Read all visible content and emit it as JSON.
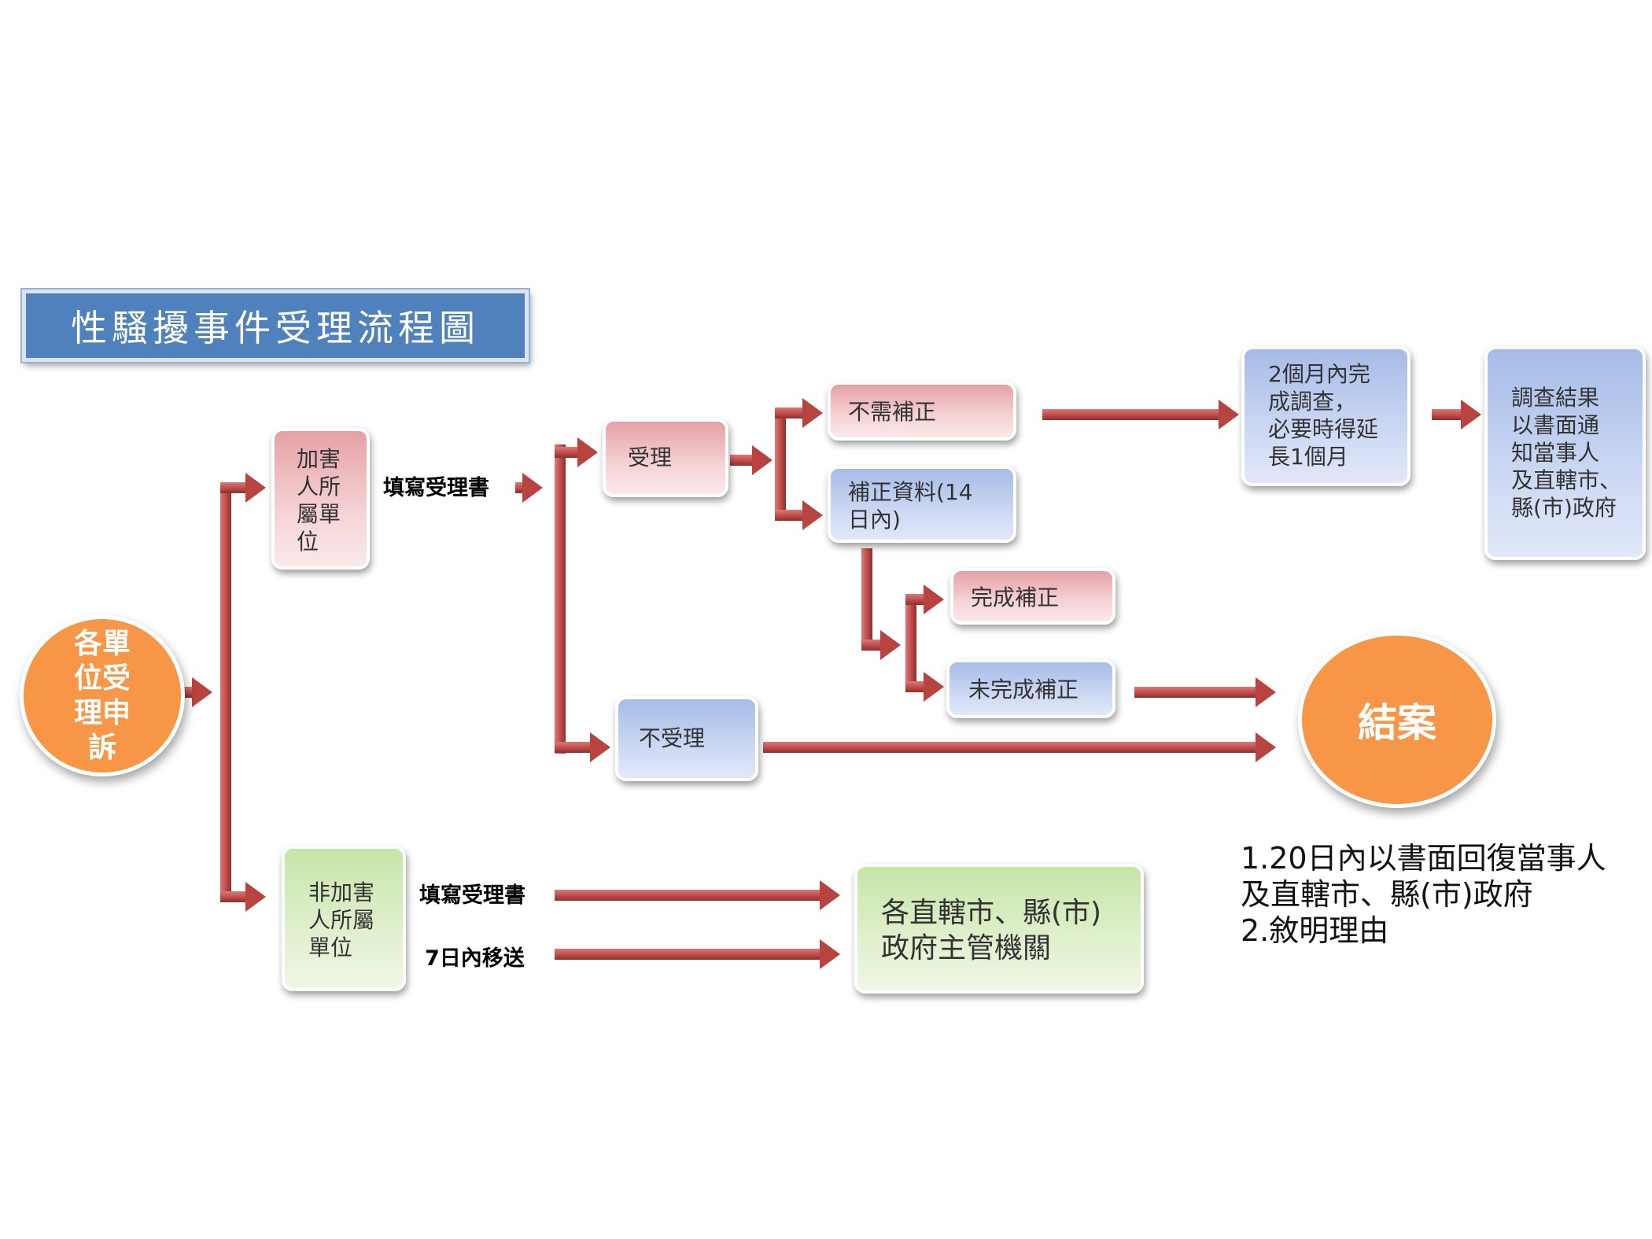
{
  "title": "性騷擾事件受理流程圖",
  "nodes": {
    "start": "各單\n位受\n理申\n訴",
    "perpetrator_unit": "加害\n人所\n屬單\n位",
    "non_perpetrator_unit": "非加害\n人所屬\n單位",
    "accept": "受理",
    "reject": "不受理",
    "no_correction": "不需補正",
    "correction": "補正資料(14\n日內)",
    "correction_done": "完成補正",
    "correction_not_done": "未完成補正",
    "investigation": "2個月內完\n成調查，\n必要時得延\n長1個月",
    "result_notice": "調查結果\n以書面通\n知當事人\n及直轄市、\n縣(市)政府",
    "end": "結案",
    "authority": "各直轄市、縣(市)\n政府主管機關"
  },
  "labels": {
    "fill_form_1": "填寫受理書",
    "fill_form_2": "填寫受理書",
    "transfer_7days": "7日內移送"
  },
  "note": {
    "line1": "1.20日內以書面回復當事人",
    "line2": "及直轄市、縣(市)政府",
    "line3": "2.敘明理由"
  },
  "colors": {
    "arrow": "#c0504d",
    "circle": "#f79646",
    "title_bg": "#4f81bd"
  }
}
